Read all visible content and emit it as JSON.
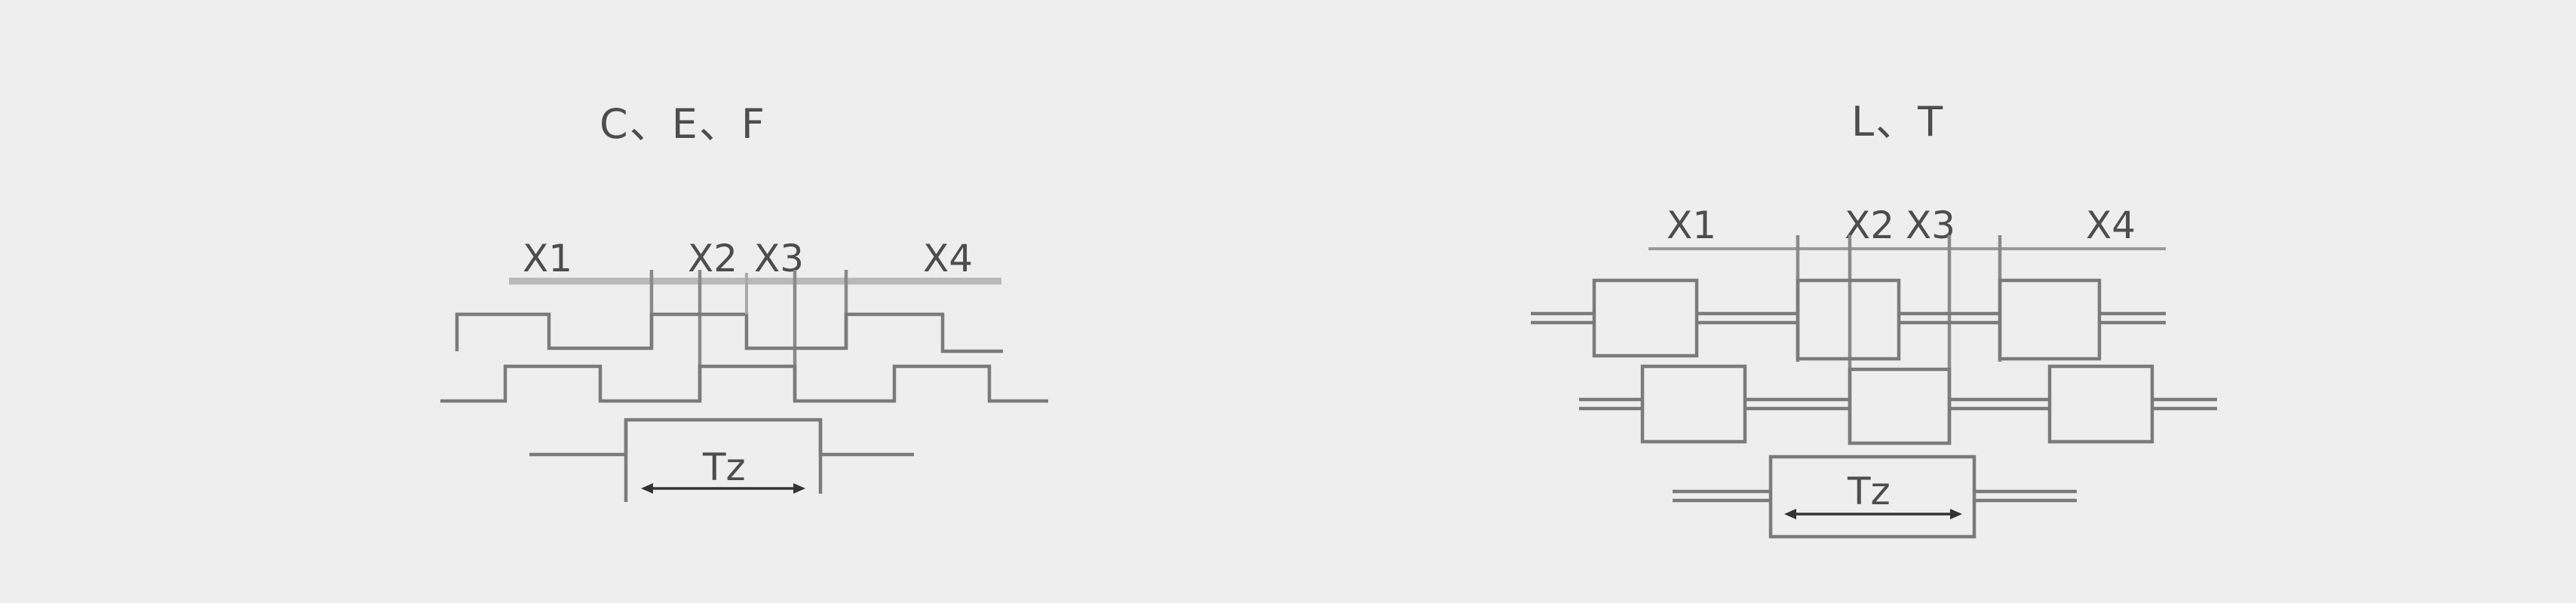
{
  "diagrams": [
    {
      "title": "C、E、F",
      "markers": [
        "X1",
        "X2",
        "X3",
        "X4"
      ],
      "interval_label": "Tz"
    },
    {
      "title": "L、T",
      "markers": [
        "X1",
        "X2",
        "X3",
        "X4"
      ],
      "interval_label": "Tz"
    }
  ],
  "colors": {
    "background": "#eeeeee",
    "line": "#7b7b7b",
    "text": "#4d4d4d",
    "arrow": "#333333"
  }
}
